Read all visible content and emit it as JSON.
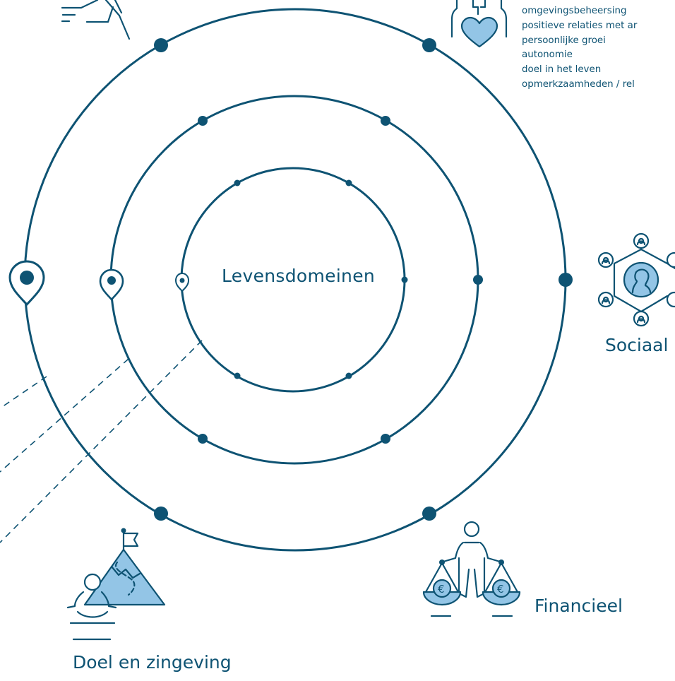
{
  "diagram": {
    "center_label": "Levensdomeinen",
    "domains": {
      "sociaal": "Sociaal",
      "financieel": "Financieel",
      "doel_en_zingeving": "Doel en zingeving"
    },
    "wellbeing_items": [
      "omgevingsbeheersing",
      "positieve relaties met ar",
      "persoonlijke groei",
      "autonomie",
      "doel in het leven",
      "opmerkzaamheden / rel"
    ],
    "colors": {
      "primary": "#0e5373",
      "accent_fill": "#93c5e6"
    },
    "icons": [
      "running-figure-icon",
      "heart-body-icon",
      "social-network-icon",
      "balance-scale-euro-icon",
      "mountain-flag-meditation-icon",
      "location-pin-icon"
    ]
  }
}
